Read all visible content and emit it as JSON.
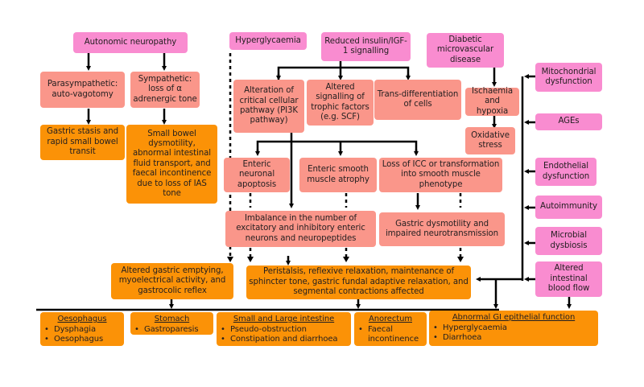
{
  "causes": {
    "autonomic_neuropathy": "Autonomic neuropathy",
    "hyperglycaemia": "Hyperglycaemia",
    "reduced_insulin": "Reduced insulin/IGF-1 signalling",
    "diabetic_microvascular": "Diabetic microvascular disease",
    "mitochondrial": "Mitochondrial dysfunction",
    "ages": "AGEs",
    "endothelial": "Endothelial dysfunction",
    "autoimmunity": "Autoimmunity",
    "microbial": "Microbial dysbiosis",
    "blood_flow": "Altered intestinal blood flow"
  },
  "mechanisms": {
    "parasympathetic": "Parasympathetic: auto-vagotomy",
    "sympathetic": "Sympathetic: loss of α adrenergic tone",
    "pi3k": "Alteration of critical cellular pathway (PI3K pathway)",
    "trophic": "Altered signalling of trophic factors (e.g. SCF)",
    "transdiff": "Trans-differentiation of cells",
    "ischaemia": "Ischaemia and hypoxia",
    "oxidative": "Oxidative stress",
    "enteric_apoptosis": "Enteric neuronal apoptosis",
    "smooth_atrophy": "Enteric smooth muscle atrophy",
    "icc_loss": "Loss of ICC or transformation into smooth muscle phenotype",
    "imbalance": "Imbalance in the number of excitatory and inhibitory enteric neurons and neuropeptides",
    "gastric_dysmotility": "Gastric dysmotility and impaired neurotransmission"
  },
  "effects": {
    "gastric_stasis": "Gastric stasis and rapid small bowel transit",
    "small_bowel": "Small bowel dysmotility, abnormal intestinal fluid transport, and faecal incontinence due to loss of IAS tone",
    "altered_emptying": "Altered gastric emptying, myoelectrical activity, and gastrocolic reflex",
    "peristalsis": "Peristalsis, reflexive relaxation, maintenance of sphincter tone, gastric fundal adaptive relaxation, and segmental contractions affected"
  },
  "outcomes": [
    {
      "title": "Oesophagus",
      "items": [
        "Dysphagia",
        "Oesophagus"
      ]
    },
    {
      "title": "Stomach",
      "items": [
        "Gastroparesis"
      ]
    },
    {
      "title": "Small and Large intestine",
      "items": [
        "Pseudo-obstruction",
        "Constipation and diarrhoea"
      ]
    },
    {
      "title": "Anorectum",
      "items": [
        "Faecal incontinence"
      ]
    },
    {
      "title": "Abnormal GI epithelial function",
      "items": [
        "Hyperglycaemia",
        "Diarrhoea"
      ]
    }
  ],
  "colors": {
    "cause": "#f98cd0",
    "mechanism": "#fa968a",
    "effect": "#fb9207",
    "line": "#000000"
  }
}
